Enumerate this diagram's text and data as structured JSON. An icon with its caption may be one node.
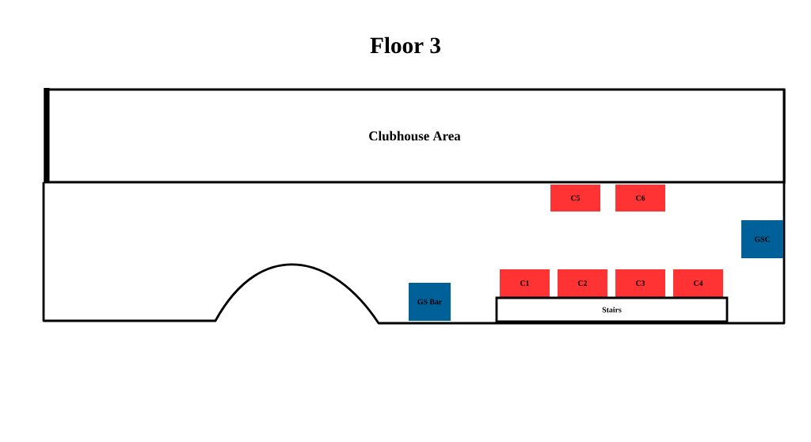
{
  "diagram": {
    "title": "Floor 3",
    "nodes": [
      {
        "text": [
          "Clubhouse Area"
        ]
      },
      {
        "text": [
          "C5"
        ]
      },
      {
        "text": [
          "C6"
        ]
      },
      {
        "text": [
          "GSC"
        ]
      },
      {
        "text": [
          "C1"
        ]
      },
      {
        "text": [
          "C2"
        ]
      },
      {
        "text": [
          "C3"
        ]
      },
      {
        "text": [
          "C4"
        ]
      },
      {
        "text": [
          "GS Bar"
        ]
      },
      {
        "text": [
          "Stairs"
        ]
      }
    ]
  }
}
